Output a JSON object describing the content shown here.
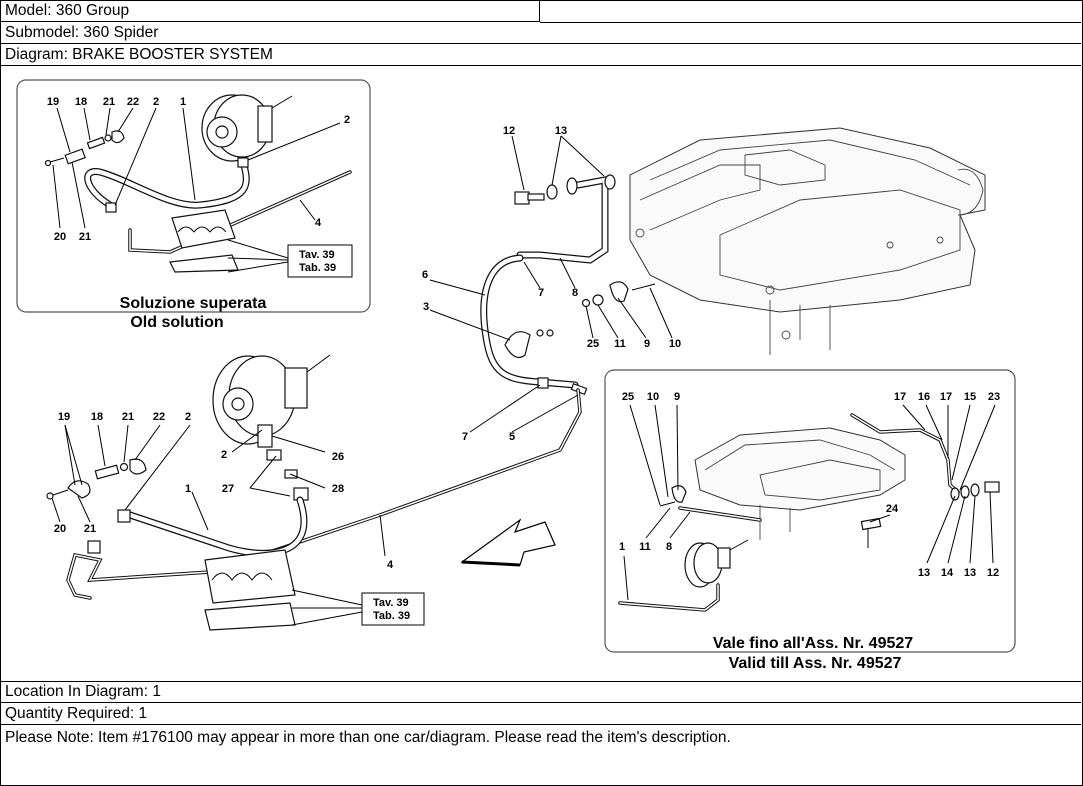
{
  "header": {
    "model": "Model: 360 Group",
    "submodel": "Submodel: 360 Spider",
    "diagram": "Diagram: BRAKE BOOSTER SYSTEM"
  },
  "footer": {
    "location": "Location In Diagram: 1",
    "quantity": "Quantity Required: 1",
    "note": "Please Note: Item #176100 may appear in more than one car/diagram. Please read the item's description."
  },
  "diagram": {
    "old_solution": {
      "caption_it": "Soluzione superata",
      "caption_en": "Old solution",
      "tav": "Tav. 39",
      "tab": "Tab. 39",
      "callouts": [
        "19",
        "18",
        "21",
        "22",
        "2",
        "1",
        "2",
        "4",
        "20",
        "21"
      ]
    },
    "main": {
      "tav": "Tav. 39",
      "tab": "Tab. 39",
      "callouts": [
        "12",
        "13",
        "6",
        "7",
        "8",
        "3",
        "25",
        "11",
        "9",
        "10",
        "7",
        "5",
        "19",
        "18",
        "21",
        "22",
        "2",
        "2",
        "26",
        "27",
        "28",
        "1",
        "4",
        "20",
        "21"
      ]
    },
    "valid_till": {
      "caption_it": "Vale fino all'Ass. Nr. 49527",
      "caption_en": "Valid till Ass. Nr. 49527",
      "callouts": [
        "25",
        "10",
        "9",
        "17",
        "16",
        "17",
        "15",
        "23",
        "24",
        "1",
        "11",
        "8",
        "13",
        "14",
        "13",
        "12"
      ]
    }
  }
}
